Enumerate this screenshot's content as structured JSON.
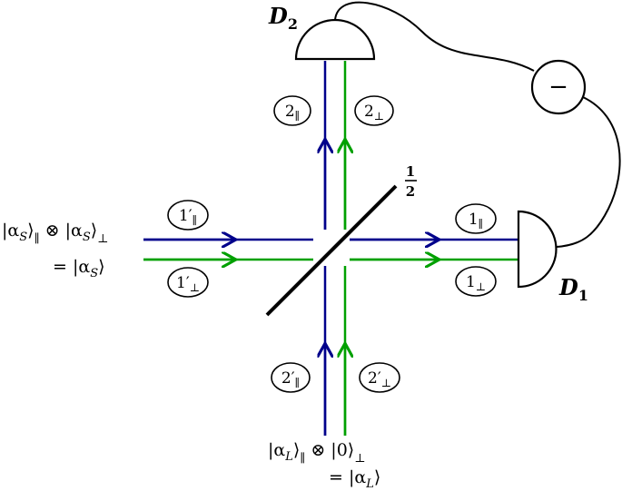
{
  "detectors": {
    "d2": {
      "letter": "D",
      "index": "2"
    },
    "d1": {
      "letter": "D",
      "index": "1"
    }
  },
  "beamsplitter": {
    "ratio_num": "1",
    "ratio_den": "2"
  },
  "minus_symbol": "−",
  "modes": {
    "in_left_par": {
      "base": "1′",
      "sub": "∥"
    },
    "in_left_perp": {
      "base": "1′",
      "sub": "⊥"
    },
    "out_right_par": {
      "base": "1",
      "sub": "∥"
    },
    "out_right_perp": {
      "base": "1",
      "sub": "⊥"
    },
    "out_top_par": {
      "base": "2",
      "sub": "∥"
    },
    "out_top_perp": {
      "base": "2",
      "sub": "⊥"
    },
    "in_bot_par": {
      "base": "2′",
      "sub": "∥"
    },
    "in_bot_perp": {
      "base": "2′",
      "sub": "⊥"
    }
  },
  "input_states": {
    "left_line1": {
      "a": "|α",
      "a_sub": "S",
      "b": "⟩",
      "b_sub": "∥",
      "c": " ⊗ |α",
      "c_sub": "S",
      "d": "⟩",
      "d_sub": "⊥"
    },
    "left_line2": {
      "a": "= |α",
      "a_sub": "S",
      "b": "⟩"
    },
    "bottom_line1": {
      "a": "|α",
      "a_sub": "L",
      "b": "⟩",
      "b_sub": "∥",
      "c": " ⊗ |0⟩",
      "c_sub": "⊥"
    },
    "bottom_line2": {
      "a": "= |α",
      "a_sub": "L",
      "b": "⟩"
    }
  },
  "colors": {
    "parallel_beam": "#00008b",
    "perpendicular_beam": "#00a000",
    "ink": "#000000"
  }
}
